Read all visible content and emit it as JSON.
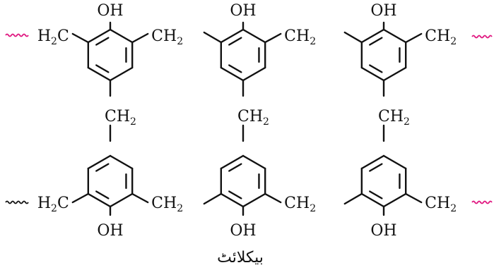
{
  "labels": {
    "hydroxyl": "OH",
    "h2c_main": "H",
    "h2c_sub": "2",
    "h2c_tail": "C",
    "ch2_main": "CH",
    "ch2_sub": "2"
  },
  "caption": "بیکلائٹ",
  "colors": {
    "bond": "#111111",
    "hydroxyl": "#e0157f",
    "chain_end": "#e0157f",
    "chain_end_dark": "#111111",
    "text": "#111111"
  },
  "structure": {
    "top_row": [
      {
        "id": "t1",
        "left_group": "H2C",
        "left_chain": "wavy-pink",
        "right_group": "CH2"
      },
      {
        "id": "t2",
        "left_group": "bond",
        "right_group": "CH2"
      },
      {
        "id": "t3",
        "left_group": "bond",
        "right_group": "CH2",
        "right_chain": "wavy-pink"
      }
    ],
    "bottom_row": [
      {
        "id": "b1",
        "left_group": "H2C",
        "left_chain": "wavy-dark",
        "right_group": "CH2"
      },
      {
        "id": "b2",
        "left_group": "bond",
        "right_group": "CH2"
      },
      {
        "id": "b3",
        "left_group": "bond",
        "right_group": "CH2",
        "right_chain": "wavy-pink"
      }
    ],
    "bridges": [
      "CH2",
      "CH2",
      "CH2"
    ]
  }
}
